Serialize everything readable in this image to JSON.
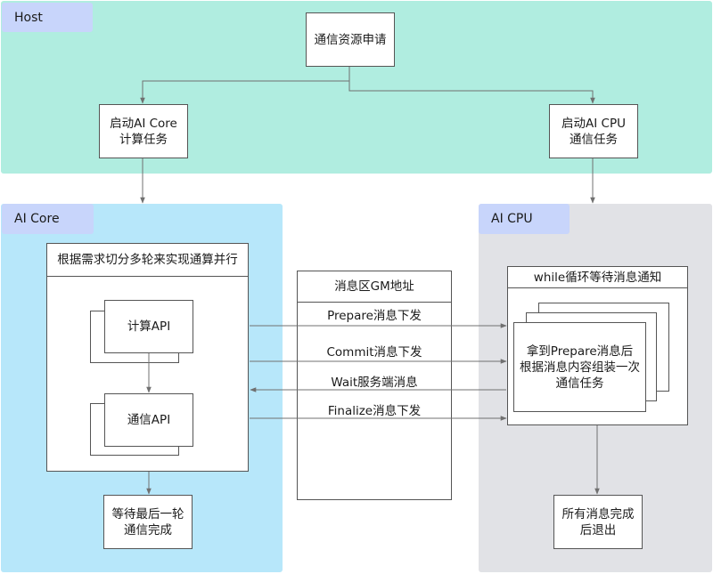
{
  "regions": {
    "host": {
      "label": "Host"
    },
    "ai_core": {
      "label": "AI Core"
    },
    "ai_cpu": {
      "label": "AI CPU"
    }
  },
  "host": {
    "comm_request": "通信资源申请",
    "start_ai_core": "启动AI Core\n计算任务",
    "start_ai_cpu": "启动AI CPU\n通信任务"
  },
  "ai_core": {
    "split_title": "根据需求切分多轮来实现通算并行",
    "compute_api": "计算API",
    "comm_api": "通信API",
    "wait_last": "等待最后一轮\n通信完成"
  },
  "gm": {
    "title": "消息区GM地址",
    "messages": [
      "Prepare消息下发",
      "Commit消息下发",
      "Wait服务端消息",
      "Finalize消息下发"
    ]
  },
  "ai_cpu": {
    "loop_title": "while循环等待消息通知",
    "assemble": "拿到Prepare消息后\n根据消息内容组装一次\n通信任务",
    "exit": "所有消息完成\n后退出"
  },
  "colors": {
    "host_bg": "#b0ede0",
    "ai_core_bg": "#b7e7fa",
    "ai_cpu_bg": "#e1e2e6",
    "tag_bg": "#c8d5fb",
    "line": "#707070"
  }
}
